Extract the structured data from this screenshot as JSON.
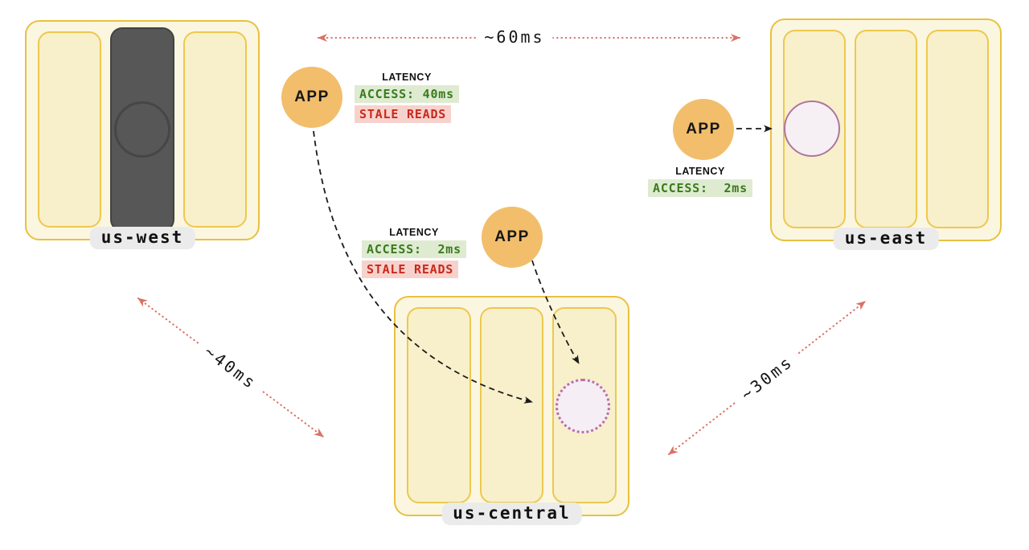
{
  "regions": [
    {
      "id": "us-west",
      "label": "us-west"
    },
    {
      "id": "us-east",
      "label": "us-east"
    },
    {
      "id": "us-central",
      "label": "us-central"
    }
  ],
  "app_nodes": [
    {
      "label": "APP"
    },
    {
      "label": "APP"
    },
    {
      "label": "APP"
    }
  ],
  "latency_panels": [
    {
      "title": "LATENCY",
      "badges": [
        {
          "type": "access",
          "text": "ACCESS: 40ms"
        },
        {
          "type": "stale",
          "text": "STALE READS"
        }
      ]
    },
    {
      "title": "LATENCY",
      "badges": [
        {
          "type": "access",
          "text": "ACCESS:  2ms"
        },
        {
          "type": "stale",
          "text": "STALE READS"
        }
      ]
    },
    {
      "title": "LATENCY",
      "badges": [
        {
          "type": "access",
          "text": "ACCESS:  2ms"
        }
      ]
    }
  ],
  "region_links": [
    {
      "from": "us-west",
      "to": "us-east",
      "label": "~60ms"
    },
    {
      "from": "us-west",
      "to": "us-central",
      "label": "~40ms"
    },
    {
      "from": "us-central",
      "to": "us-east",
      "label": "~30ms"
    }
  ],
  "colors": {
    "background": "#FFFFFF",
    "region_fill": "#FBF6E0",
    "region_border": "#E7C13F",
    "node_fill": "#F7F0CA",
    "node_border": "#EDC84E",
    "node_down_fill": "#575757",
    "app_fill": "#F2BE6C",
    "access_badge_bg": "#DEEBD1",
    "access_badge_text": "#3B7A1E",
    "stale_badge_bg": "#F7D2CD",
    "stale_badge_text": "#C9291B",
    "latency_link": "#DB7065",
    "read_arrow": "#1B1B1B",
    "replica_circle_fill": "#F6F0F5",
    "replica_circle_border": "#AF75A1",
    "replica_circle_dotted_border": "#BC6FA6",
    "label_pill_bg": "#EBEBEB"
  }
}
